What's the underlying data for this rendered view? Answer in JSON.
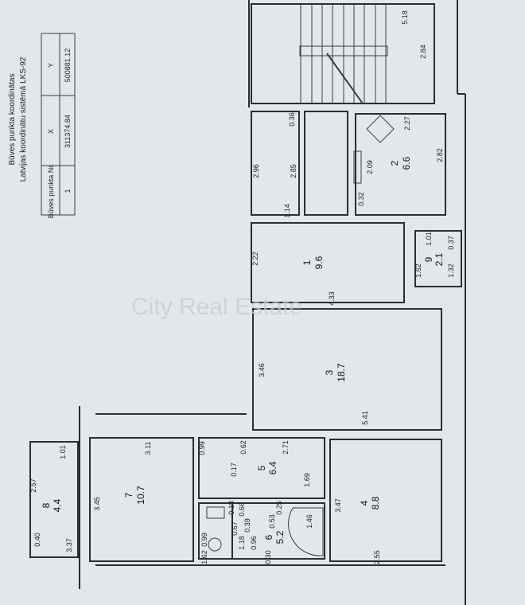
{
  "coordinates_table": {
    "title_line1": "Būves punkta koordinātas",
    "title_line2": "Latvijas koordinātu sistēmā LKS-92",
    "headers": [
      "Būves punkta Nr.",
      "X",
      "Y"
    ],
    "row": [
      "1",
      "311374.84",
      "500881.12"
    ]
  },
  "watermark": "City Real Estate",
  "rooms": [
    {
      "number": "1",
      "area": "9.6"
    },
    {
      "number": "2",
      "area": "6.6"
    },
    {
      "number": "3",
      "area": "18.7"
    },
    {
      "number": "4",
      "area": "8.8"
    },
    {
      "number": "5",
      "area": "6.4"
    },
    {
      "number": "6",
      "area": "5.2"
    },
    {
      "number": "7",
      "area": "10.7"
    },
    {
      "number": "8",
      "area": "4.4"
    },
    {
      "number": "9",
      "area": "2.1"
    }
  ],
  "dimensions": [
    "5.18",
    "2.84",
    "0.36",
    "2.96",
    "2.85",
    "2.27",
    "2.09",
    "2.82",
    "0.32",
    "1.14",
    "2.22",
    "4.33",
    "1.01",
    "0.37",
    "1.62",
    "1.32",
    "3.46",
    "5.41",
    "1.01",
    "2.57",
    "0.40",
    "3.37",
    "3.11",
    "3.45",
    "0.99",
    "0.62",
    "2.71",
    "0.17",
    "1.69",
    "3.47",
    "2.55",
    "1.46",
    "0.99",
    "1.62",
    "0.67",
    "1.18",
    "0.39",
    "0.53",
    "0.25",
    "0.96",
    "0.30",
    "0.66",
    "0.18"
  ]
}
